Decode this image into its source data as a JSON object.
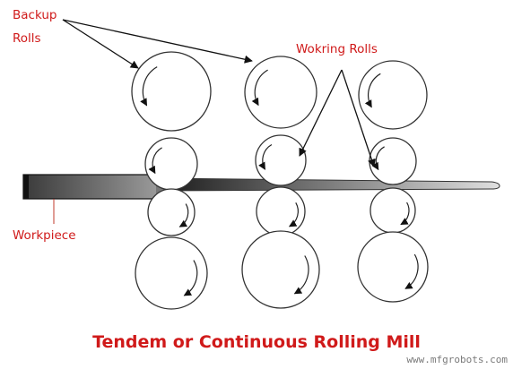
{
  "labels": {
    "backup_rolls_line1": "Backup",
    "backup_rolls_line2": "Rolls",
    "working_rolls": "Wokring Rolls",
    "workpiece": "Workpiece"
  },
  "title": "Tendem or Continuous Rolling Mill",
  "watermark": "www.mfgrobots.com",
  "colors": {
    "label": "#d01a1a",
    "outline": "#333333",
    "workpiece_dark": "#1a1a1a",
    "workpiece_light": "#e0e0e0"
  },
  "stands": [
    {
      "top_backup_rotation": "counterclockwise",
      "top_work_rotation": "counterclockwise",
      "bottom_work_rotation": "clockwise",
      "bottom_backup_rotation": "clockwise"
    },
    {
      "top_backup_rotation": "counterclockwise",
      "top_work_rotation": "counterclockwise",
      "bottom_work_rotation": "clockwise",
      "bottom_backup_rotation": "clockwise"
    },
    {
      "top_backup_rotation": "counterclockwise",
      "top_work_rotation": "counterclockwise",
      "bottom_work_rotation": "clockwise",
      "bottom_backup_rotation": "clockwise"
    }
  ]
}
